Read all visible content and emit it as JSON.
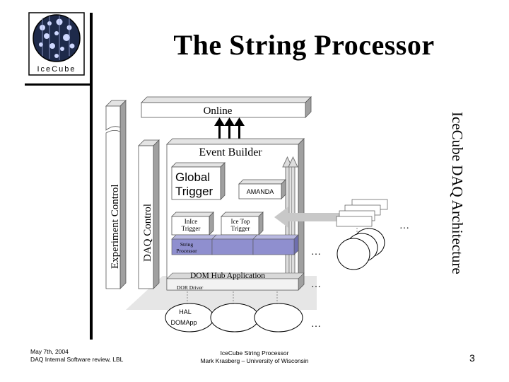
{
  "slide": {
    "title": "The String Processor",
    "side_title": "IceCube DAQ Architecture",
    "logo_text": "IceCube",
    "page_number": "3"
  },
  "footer": {
    "left_line1": "May 7th, 2004",
    "left_line2": "DAQ Internal Software review, LBL",
    "center_line1": "IceCube String Processor",
    "center_line2": "Mark Krasberg – University of Wisconsin"
  },
  "diagram": {
    "online": "Online",
    "event_builder": "Event Builder",
    "experiment_control": "Experiment Control",
    "daq_control": "DAQ Control",
    "global_trigger_1": "Global",
    "global_trigger_2": "Trigger",
    "amanda": "AMANDA",
    "inice_1": "InIce",
    "inice_2": "Trigger",
    "icetop_1": "Ice Top",
    "icetop_2": "Trigger",
    "string_processor_1": "String",
    "string_processor_2": "Processor",
    "domhub_app": "DOM Hub Application",
    "dor_driver": "DOR Driver",
    "hal": "HAL",
    "domapp": "DOMApp",
    "ellipsis": "…"
  },
  "colors": {
    "box_face": "#ffffff",
    "box_side": "#9e9e9e",
    "box_top": "#d9d9d9",
    "processor": "#8f8fcf",
    "floor": "#e6e6e6",
    "arrow": "#c8c8c8"
  }
}
